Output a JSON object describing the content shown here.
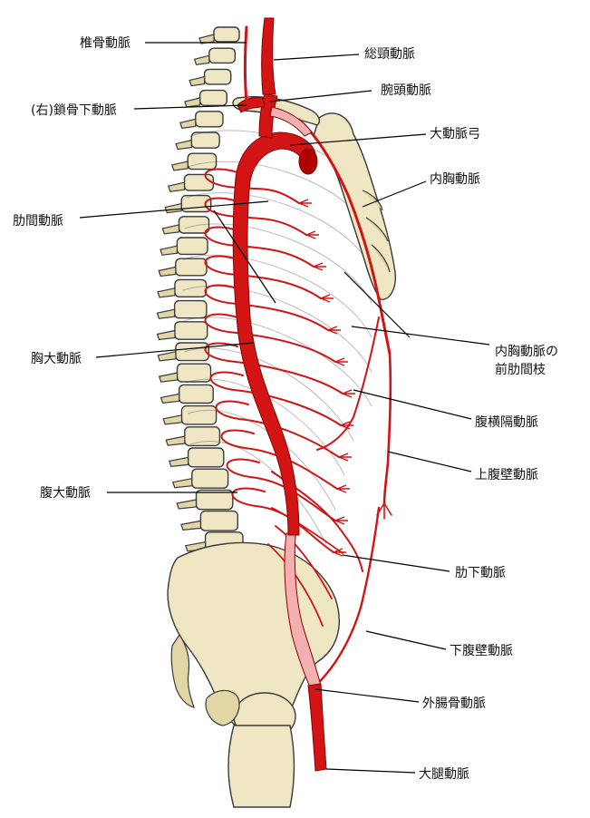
{
  "colors": {
    "artery": "#d21414",
    "artery_outline": "#8a0000",
    "artery_light": "#f4b0b0",
    "bone": "#efe6c4",
    "bone_outline": "#3a3a3a"
  },
  "labels": {
    "vertebral_artery": "椎骨動脈",
    "common_carotid": "総頸動脈",
    "brachiocephalic": "腕頭動脈",
    "right_subclavian": "(右)鎖骨下動脈",
    "aortic_arch": "大動脈弓",
    "internal_thoracic": "内胸動脈",
    "intercostal": "肋間動脈",
    "anterior_intercostal_line1": "内胸動脈の",
    "anterior_intercostal_line2": "前肋間枝",
    "thoracic_aorta": "胸大動脈",
    "musculophrenic": "腹横隔動脈",
    "superior_epigastric": "上腹壁動脈",
    "abdominal_aorta": "腹大動脈",
    "subcostal": "肋下動脈",
    "inferior_epigastric": "下腹壁動脈",
    "external_iliac": "外腸骨動脈",
    "femoral": "大腿動脈"
  }
}
